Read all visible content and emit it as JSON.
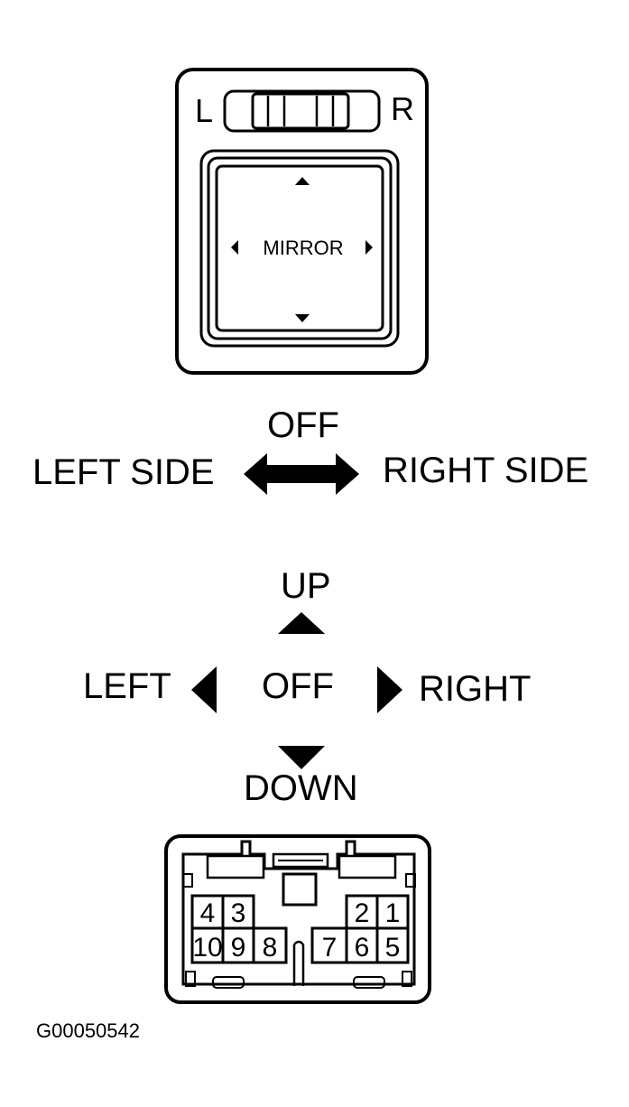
{
  "switch": {
    "left_label": "L",
    "right_label": "R",
    "center_label": "MIRROR"
  },
  "selector": {
    "top_label": "OFF",
    "left_label": "LEFT SIDE",
    "right_label": "RIGHT SIDE"
  },
  "direction": {
    "up_label": "UP",
    "center_label": "OFF",
    "left_label": "LEFT",
    "right_label": "RIGHT",
    "down_label": "DOWN"
  },
  "connector": {
    "top_pins": [
      "4",
      "3",
      "2",
      "1"
    ],
    "bottom_left_pins": [
      "10",
      "9",
      "8"
    ],
    "bottom_right_pins": [
      "7",
      "6",
      "5"
    ]
  },
  "figure_id": "G00050542"
}
